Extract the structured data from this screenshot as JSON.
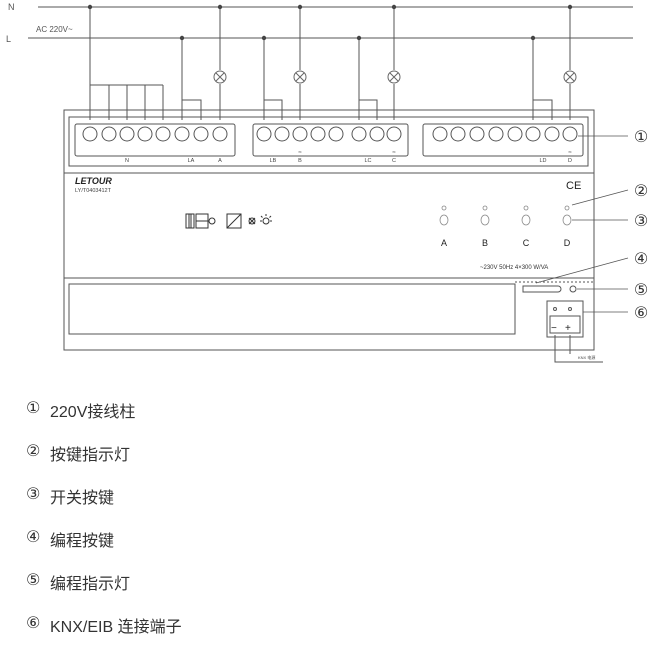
{
  "wiring": {
    "neutral_label": "N",
    "line_label": "L",
    "supply_label": "AC 220V~"
  },
  "device": {
    "brand": "LETOUR",
    "model": "LY/T0403412T",
    "ce_mark": "CE",
    "terminal_labels": [
      "N",
      "LA",
      "A",
      "LB",
      "B",
      "LC",
      "C",
      "LD",
      "D"
    ],
    "channels": [
      "A",
      "B",
      "C",
      "D"
    ],
    "rating": "~230V 50Hz   4×300 W/VA",
    "knx_polarity": [
      "−",
      "+"
    ],
    "knx_label": "KNX 电源"
  },
  "callout_numbers": [
    "①",
    "②",
    "③",
    "④",
    "⑤",
    "⑥"
  ],
  "legend": [
    {
      "num": "①",
      "text": "220V接线柱"
    },
    {
      "num": "②",
      "text": "按键指示灯"
    },
    {
      "num": "③",
      "text": "开关按键"
    },
    {
      "num": "④",
      "text": "编程按键"
    },
    {
      "num": "⑤",
      "text": "编程指示灯"
    },
    {
      "num": "⑥",
      "text": "KNX/EIB 连接端子"
    }
  ]
}
